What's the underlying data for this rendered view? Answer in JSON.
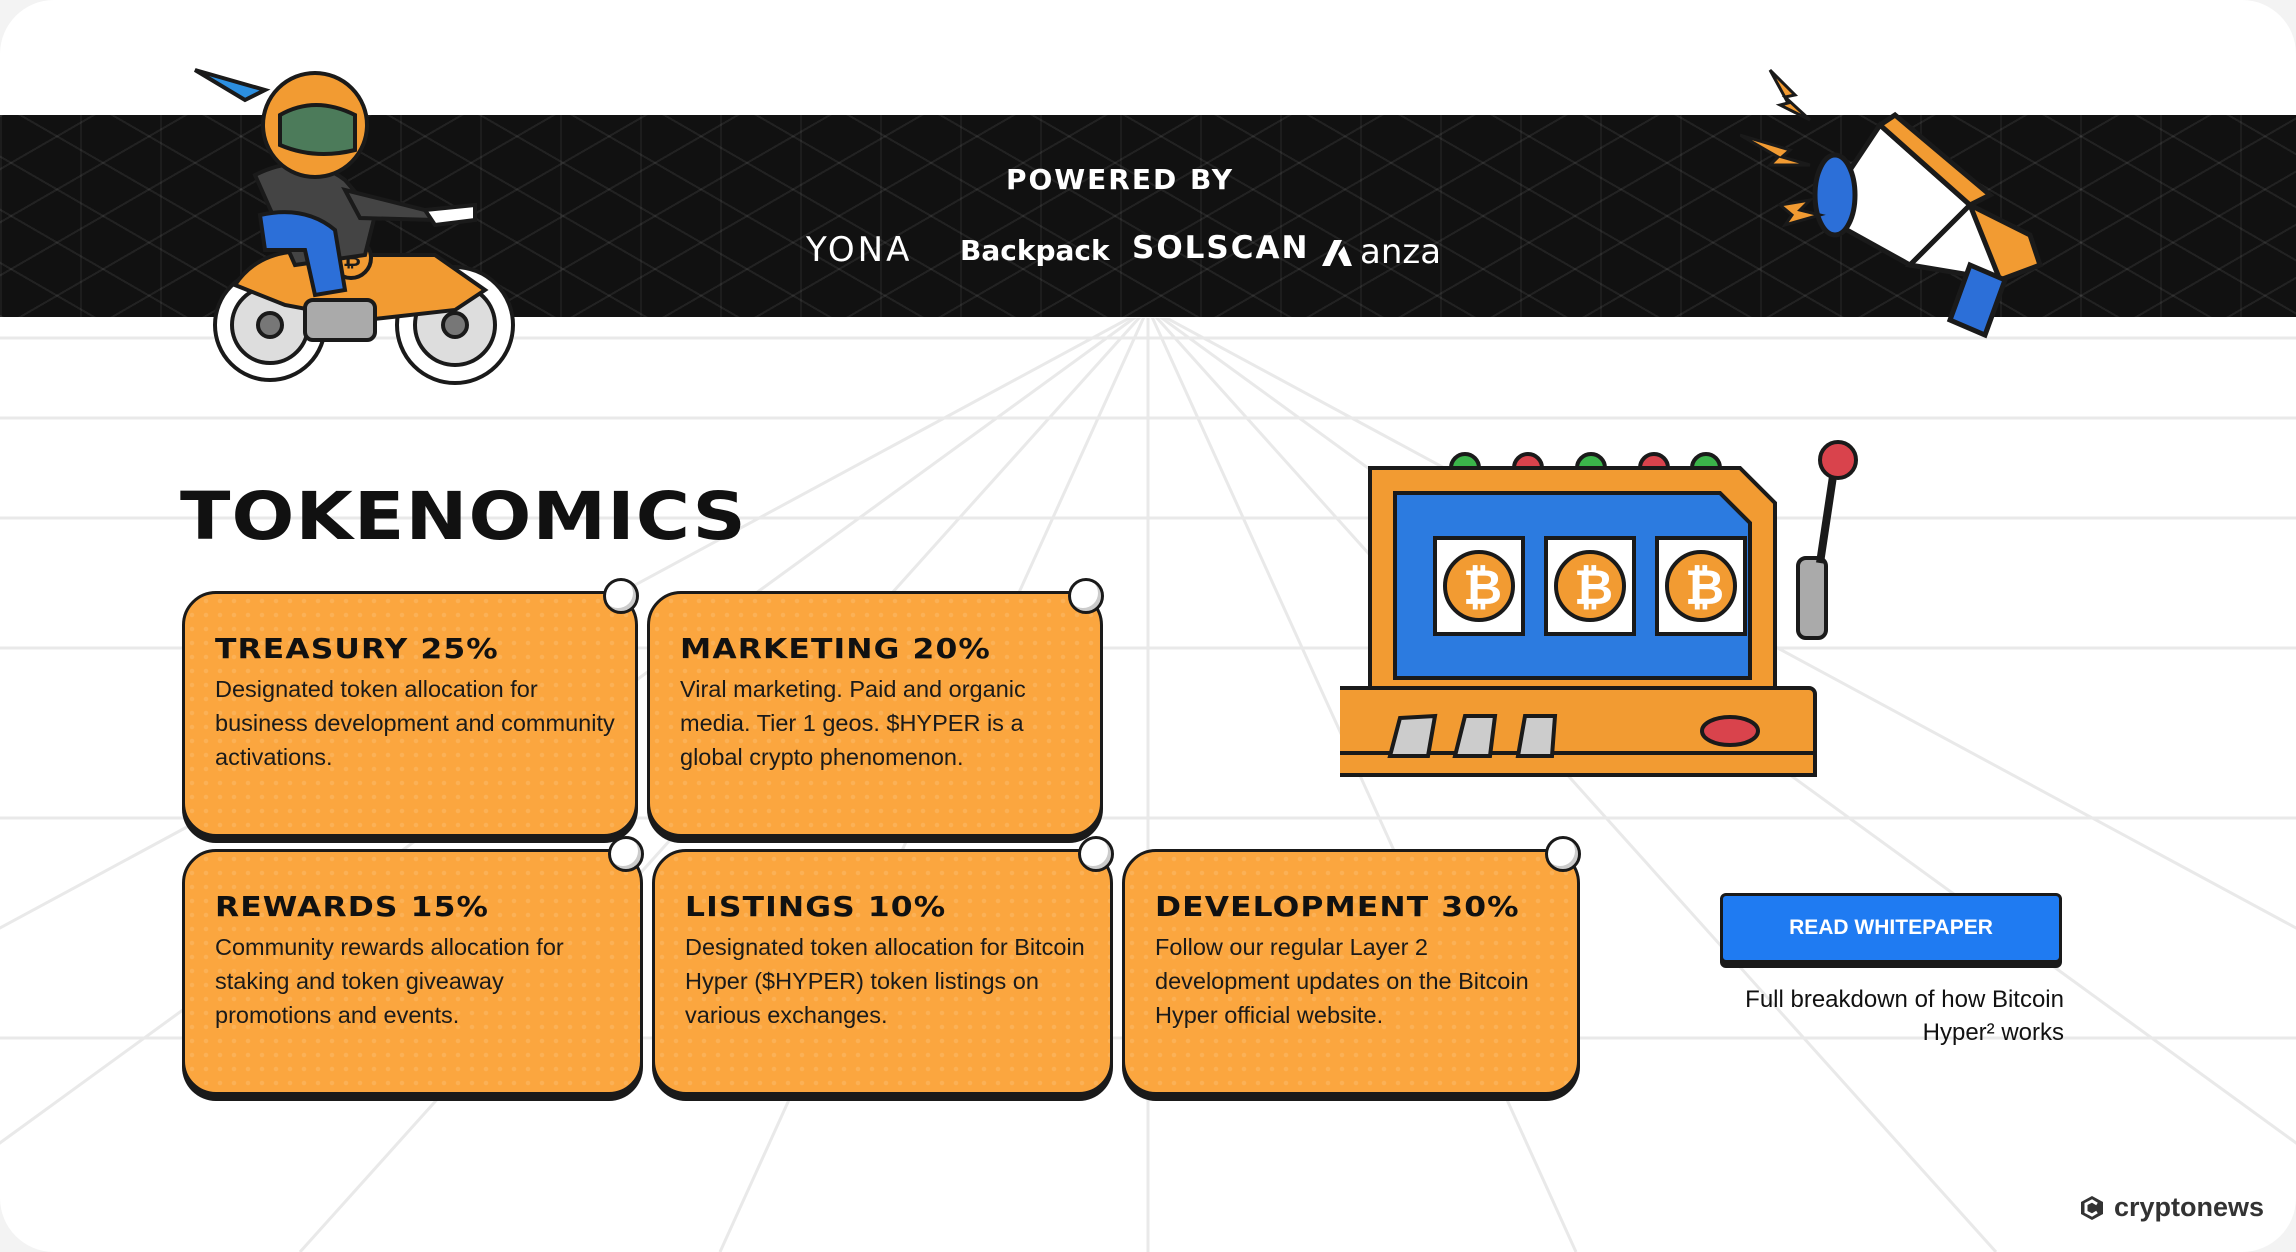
{
  "header": {
    "powered_by": "POWERED BY",
    "partners": [
      "YONA",
      "Backpack",
      "SOLSCAN",
      "anza"
    ]
  },
  "tokenomics": {
    "title": "TOKENOMICS",
    "cards": [
      {
        "title": "TREASURY 25%",
        "text": "Designated token allocation for business development and community activations."
      },
      {
        "title": "MARKETING 20%",
        "text": "Viral marketing. Paid and organic media. Tier 1 geos. $HYPER is a global crypto phenomenon."
      },
      {
        "title": "REWARDS 15%",
        "text": "Community rewards allocation for staking and token giveaway promotions and events."
      },
      {
        "title": "LISTINGS 10%",
        "text": "Designated token allocation for Bitcoin Hyper ($HYPER) token listings on various exchanges."
      },
      {
        "title": "DEVELOPMENT 30%",
        "text": "Follow our regular Layer 2 development updates on the Bitcoin Hyper official website."
      }
    ]
  },
  "whitepaper": {
    "button_label": "READ WHITEPAPER",
    "caption": "Full breakdown of how Bitcoin Hyper² works"
  },
  "watermark": "cryptonews",
  "icons": [
    "rider-illustration",
    "megaphone-illustration",
    "slot-machine-illustration",
    "anza-logo-icon",
    "cryptonews-logo-icon"
  ],
  "colors": {
    "card": "#fba63f",
    "button": "#1f7bf2",
    "band": "#111111"
  }
}
